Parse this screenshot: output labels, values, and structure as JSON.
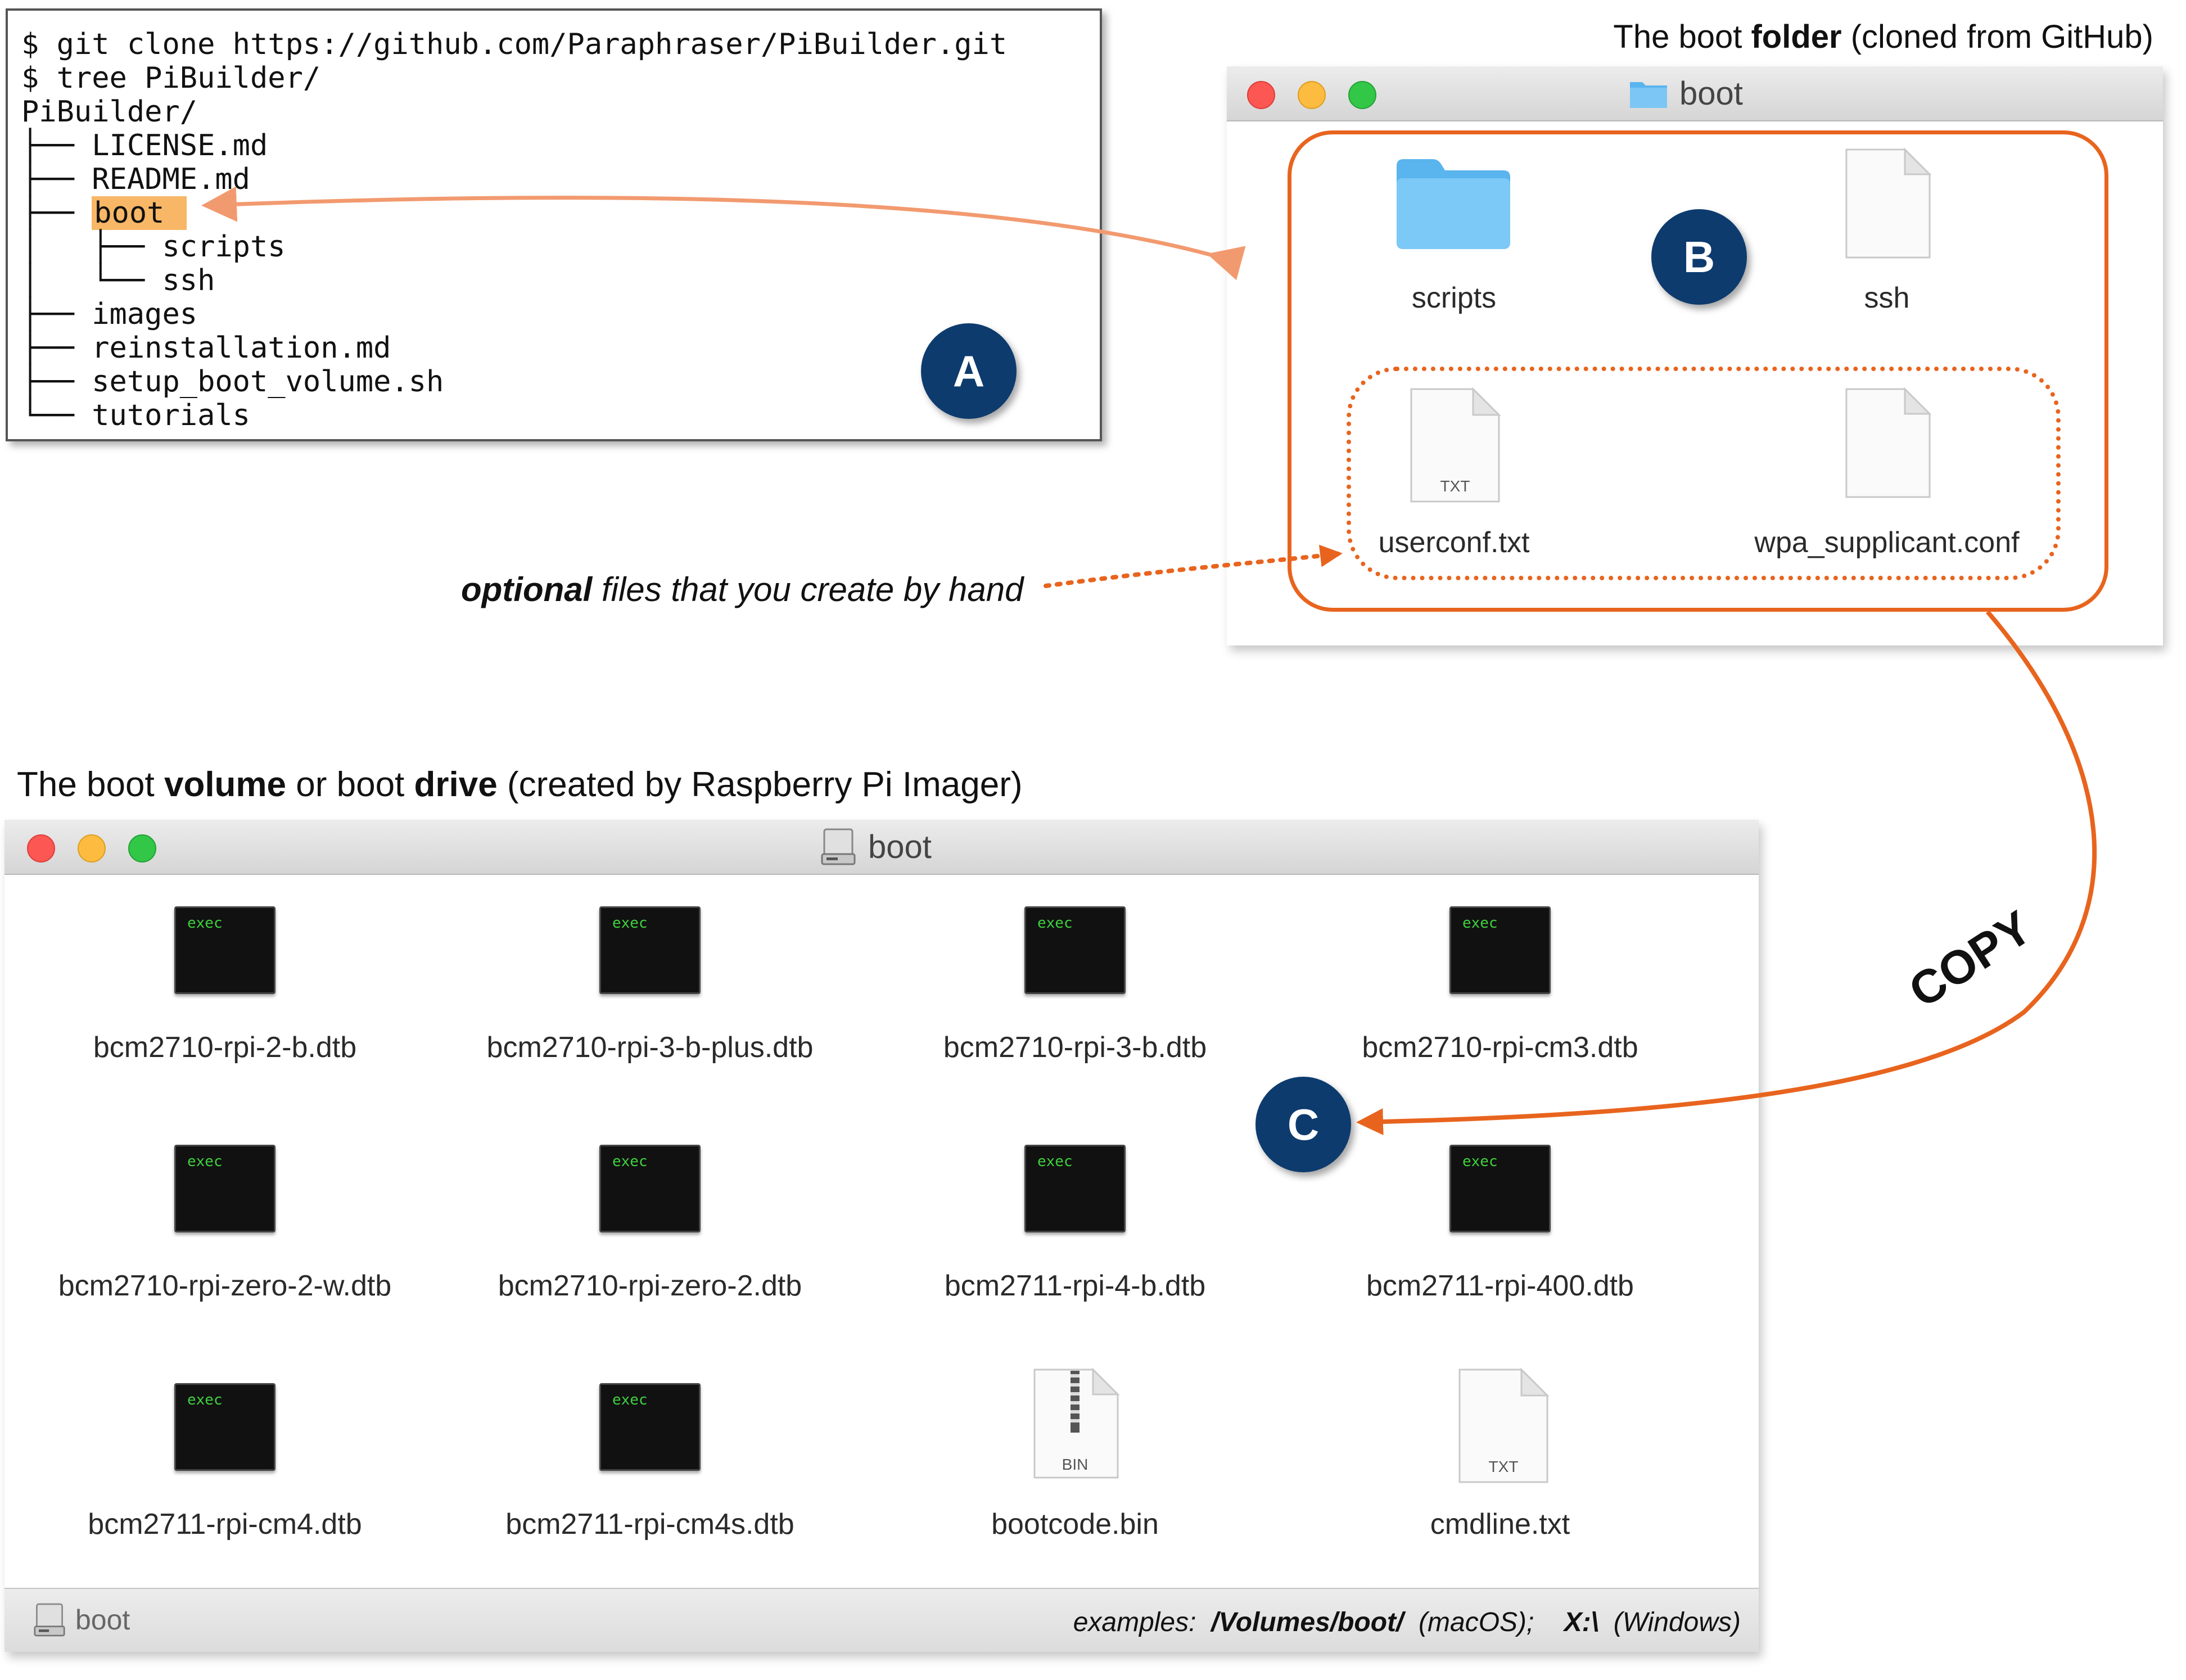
{
  "terminal": {
    "lines": [
      "$ git clone https://github.com/Paraphraser/PiBuilder.git",
      "$ tree PiBuilder/",
      "PiBuilder/",
      "├── LICENSE.md",
      "├── README.md",
      "├── ",
      "│   ├── scripts",
      "│   └── ssh",
      "├── images",
      "├── reinstallation.md",
      "├── setup_boot_volume.sh",
      "└── tutorials"
    ],
    "highlight": "boot",
    "badge": "A"
  },
  "boot_folder": {
    "caption_pre": "The boot ",
    "caption_bold": "folder",
    "caption_post": " (cloned from GitHub)",
    "title": "boot",
    "badge": "B",
    "items": [
      "scripts",
      "ssh"
    ],
    "optional_items": [
      "userconf.txt",
      "wpa_supplicant.conf"
    ],
    "txt_tag": "TXT"
  },
  "optional_note": {
    "bold": "optional",
    "rest": " files that you create by hand"
  },
  "boot_volume": {
    "caption_pre": "The boot ",
    "caption_bold1": "volume",
    "caption_mid": " or boot ",
    "caption_bold2": "drive",
    "caption_post": " (created by Raspberry Pi Imager)",
    "title": "boot",
    "badge": "C",
    "exec_tag": "exec",
    "bin_tag": "BIN",
    "txt_tag": "TXT",
    "files": [
      "bcm2710-rpi-2-b.dtb",
      "bcm2710-rpi-3-b-plus.dtb",
      "bcm2710-rpi-3-b.dtb",
      "bcm2710-rpi-cm3.dtb",
      "bcm2710-rpi-zero-2-w.dtb",
      "bcm2710-rpi-zero-2.dtb",
      "bcm2711-rpi-4-b.dtb",
      "bcm2711-rpi-400.dtb",
      "bcm2711-rpi-cm4.dtb",
      "bcm2711-rpi-cm4s.dtb",
      "bootcode.bin",
      "cmdline.txt"
    ],
    "status": {
      "volume": "boot",
      "examples_label": "examples:",
      "mac_path": "/Volumes/boot/",
      "mac_os": "(macOS);",
      "win_path": "X:\\",
      "win_os": "(Windows)"
    }
  },
  "copy_label": "COPY",
  "colors": {
    "accent": "#e8641e",
    "arrow_light": "#f29a6f",
    "badge": "#0d3b6e",
    "highlight": "#f7b766",
    "folder_blue": "#5ab4ee"
  }
}
